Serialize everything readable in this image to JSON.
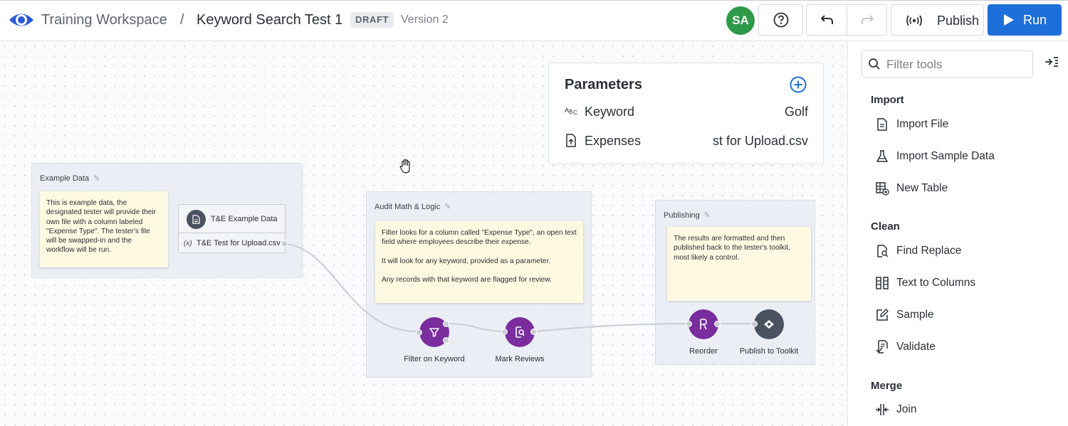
{
  "header": {
    "workspace": "Training Workspace",
    "separator": "/",
    "title": "Keyword Search Test 1",
    "badge": "DRAFT",
    "version": "Version 2",
    "avatar_initials": "SA",
    "publish_label": "Publish",
    "run_label": "Run"
  },
  "parameters": {
    "title": "Parameters",
    "rows": [
      {
        "icon": "text-type-icon",
        "name": "Keyword",
        "value": "Golf"
      },
      {
        "icon": "file-upload-icon",
        "name": "Expenses",
        "value": "st for Upload.csv"
      }
    ]
  },
  "groups": {
    "example": {
      "title": "Example Data",
      "note": "This is example data, the designated tester will provide their own file with a column labeled \"Expense Type\". The tester's file will be swapped-in and the workflow will be run.",
      "input_name": "T&E Example Data",
      "input_var": "(x)",
      "input_file": "T&E Test for Upload.csv"
    },
    "audit": {
      "title": "Audit Math & Logic",
      "note_p1": "Filter looks for a column called \"Expense Type\", an open text field where employees describe their expense.",
      "note_p2": "It will look for any keyword, provided as a parameter.",
      "note_p3": "Any records with that keyword are flagged for review.",
      "tool1": "Filter on Keyword",
      "tool2": "Mark Reviews"
    },
    "publishing": {
      "title": "Publishing",
      "note": "The results are formatted and then published back to the tester's toolkit, most likely a control.",
      "tool1": "Reorder",
      "tool2": "Publish to Toolkit"
    }
  },
  "sidebar": {
    "filter_placeholder": "Filter tools",
    "sections": [
      {
        "title": "Import",
        "items": [
          "Import File",
          "Import Sample Data",
          "New Table"
        ]
      },
      {
        "title": "Clean",
        "items": [
          "Find Replace",
          "Text to Columns",
          "Sample",
          "Validate"
        ]
      },
      {
        "title": "Merge",
        "items": [
          "Join"
        ]
      }
    ]
  },
  "colors": {
    "accent": "#1f6fdb",
    "avatar": "#2e9a49",
    "tool_purple": "#7a2e9e",
    "tool_dark": "#4a5260",
    "note_yellow": "#fefae2"
  }
}
